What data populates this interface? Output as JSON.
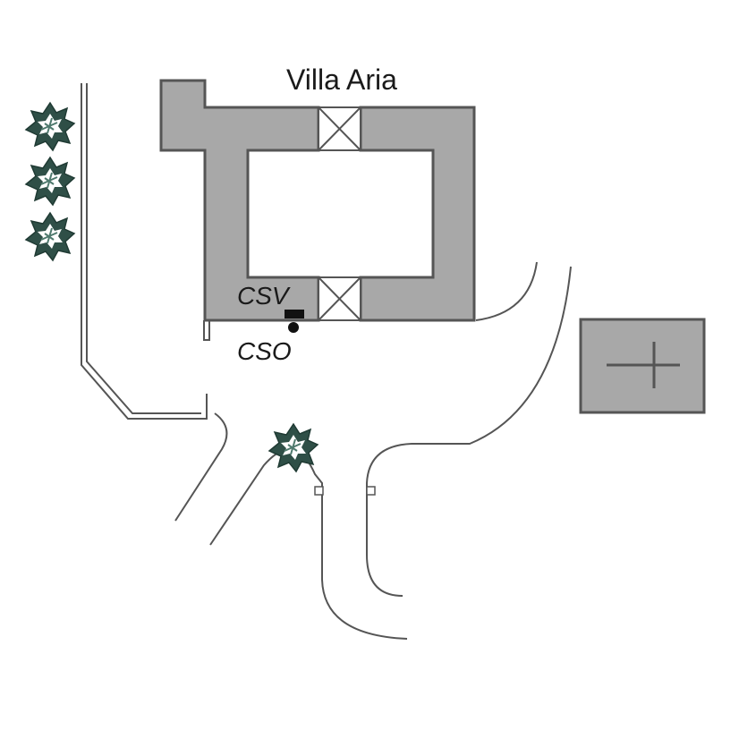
{
  "map": {
    "title": "Villa Aria",
    "markers": {
      "csv": "CSV",
      "cso": "CSO"
    }
  },
  "colors": {
    "building_fill": "#a8a8a8",
    "building_stroke": "#555555",
    "path_stroke": "#555555",
    "tree_dark": "#2f4f47",
    "tree_light": "#4f7a6e",
    "marker": "#111111"
  }
}
